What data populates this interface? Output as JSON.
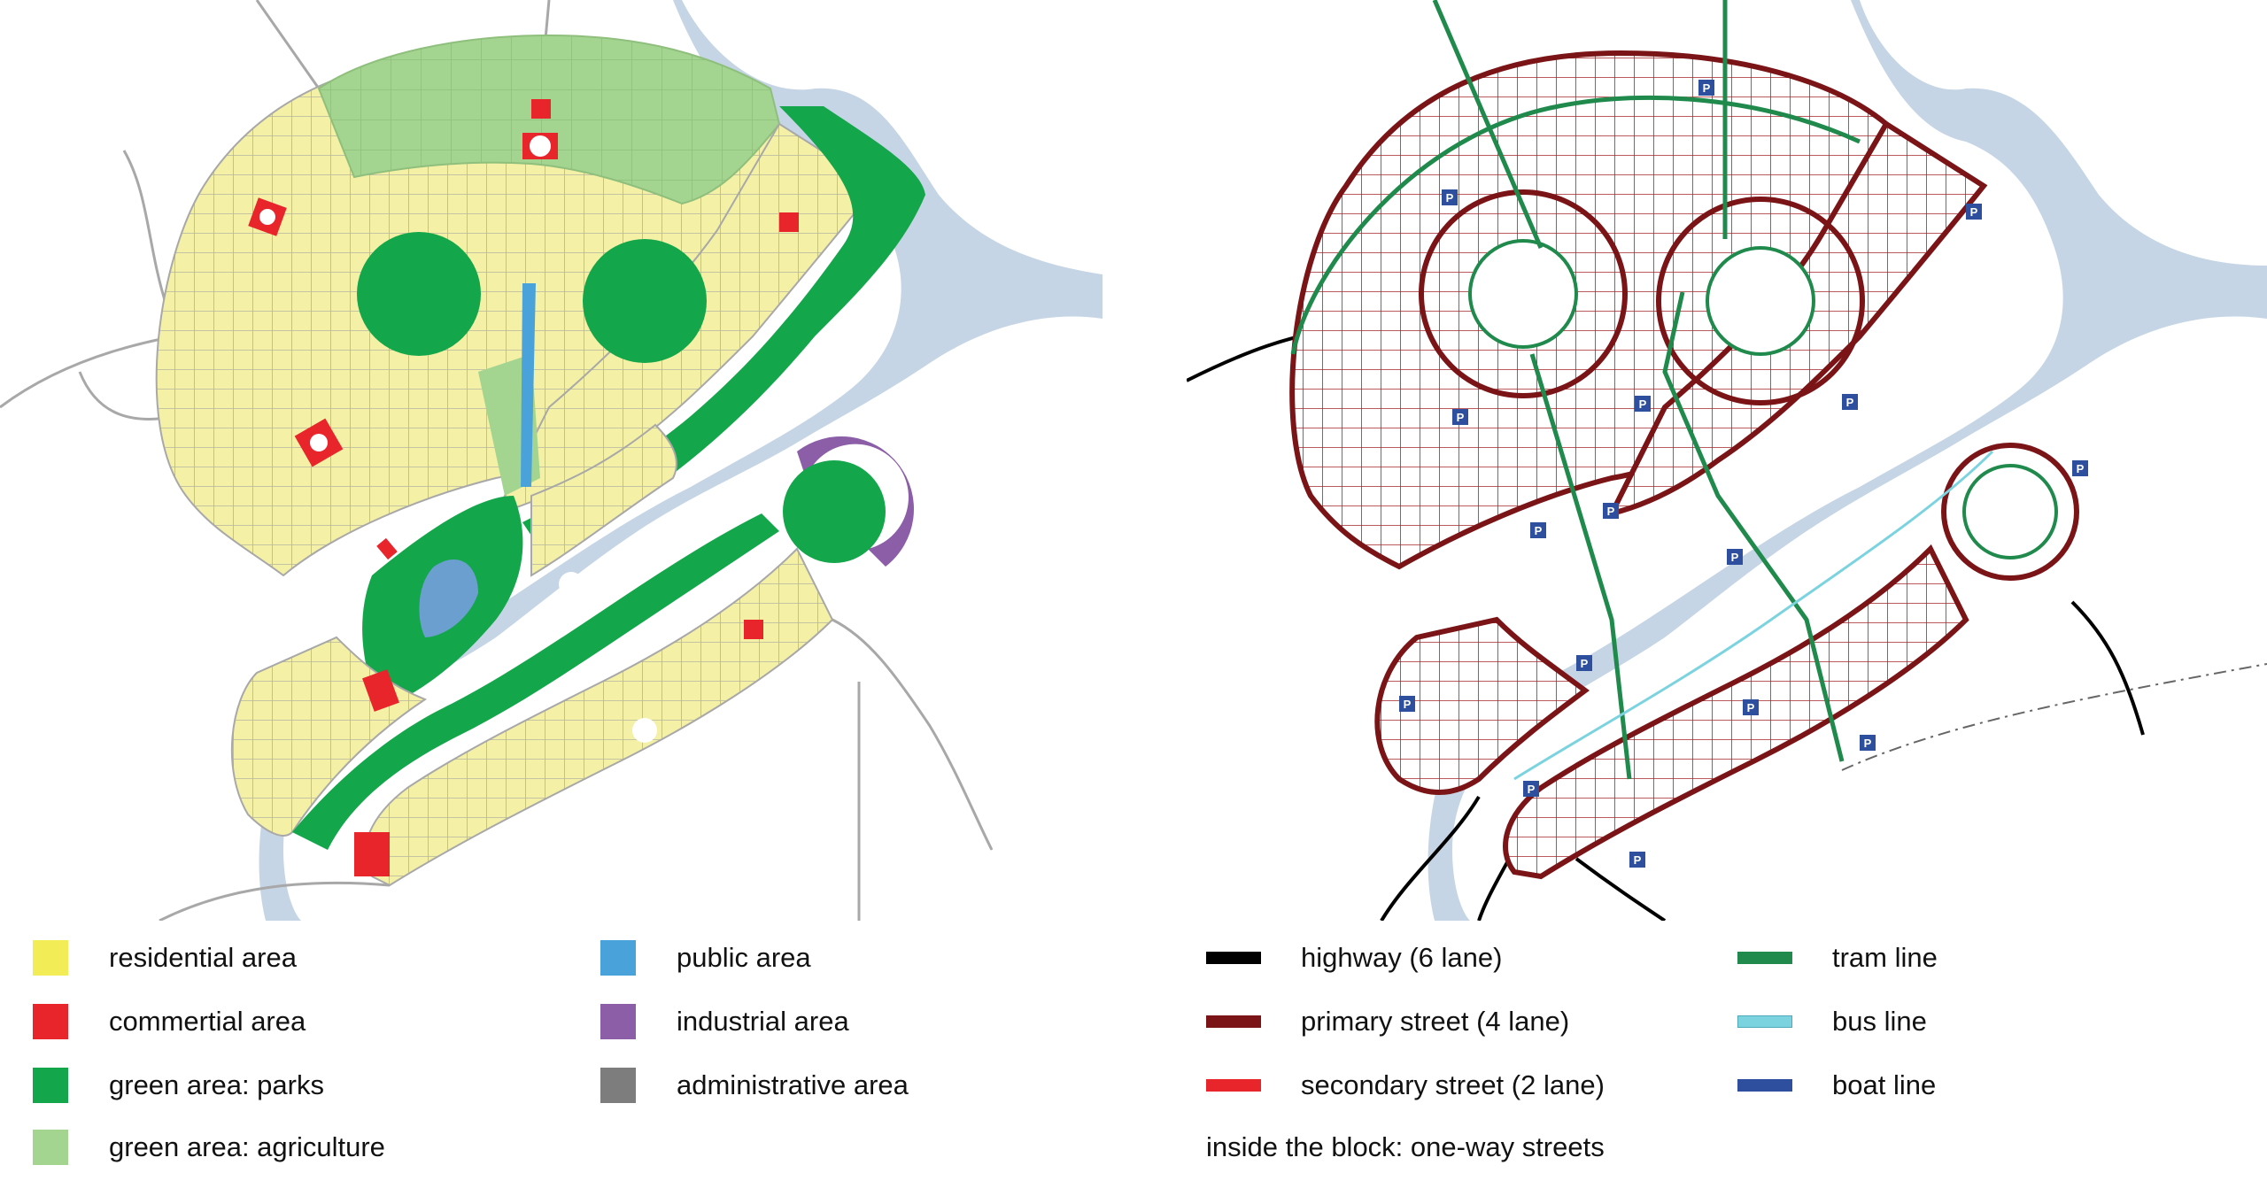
{
  "land_use_legend": [
    {
      "label": "residential area",
      "color": "#f2ec57"
    },
    {
      "label": "commertial area",
      "color": "#e8252b"
    },
    {
      "label": "green area: parks",
      "color": "#14a64a"
    },
    {
      "label": "green area: agriculture",
      "color": "#a3d490"
    },
    {
      "label": "public area",
      "color": "#4aa2db"
    },
    {
      "label": "industrial area",
      "color": "#8c5ea8"
    },
    {
      "label": "administrative area",
      "color": "#7d7d7d"
    }
  ],
  "traffic_legend": [
    {
      "label": "highway (6 lane)",
      "color": "#000000"
    },
    {
      "label": "primary street (4 lane)",
      "color": "#7a1416"
    },
    {
      "label": "secondary street (2 lane)",
      "color": "#e8252b"
    },
    {
      "label": "tram line",
      "color": "#1f8a4c"
    },
    {
      "label": "bus line",
      "color": "#7cd3e0"
    },
    {
      "label": "boat line",
      "color": "#2e4f9e"
    }
  ],
  "traffic_note": "inside the block: one-way streets",
  "parking_marker": "P",
  "colors": {
    "water": "#c5d5e5",
    "residential_fill": "#f4f0a6",
    "street_grid": "#b4b4a0",
    "road_outline": "#a8a8a8",
    "street_network": "#8f1a1c"
  }
}
